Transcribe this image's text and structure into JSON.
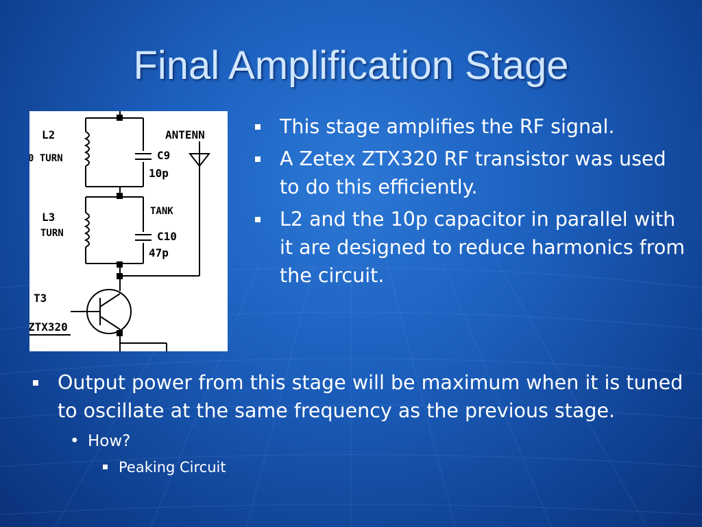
{
  "slide": {
    "title": "Final Amplification Stage",
    "colors": {
      "background": "#1c5fbd",
      "title": "#cfe6ff",
      "text": "#ffffff"
    },
    "schematic": {
      "labels": {
        "l2": "L2",
        "l2_turn": "0 TURN",
        "c9": "C9",
        "c9_value": "10p",
        "antenna": "ANTENN",
        "l3": "L3",
        "l3_turn": "TURN",
        "tank": "TANK",
        "c10": "C10",
        "c10_value": "47p",
        "t3": "T3",
        "transistor": "ZTX320"
      }
    },
    "right_bullets": [
      {
        "text": "This stage amplifies the RF signal."
      },
      {
        "text": "A Zetex ZTX320 RF transistor was used to do this efficiently."
      },
      {
        "text": "L2 and the 10p capacitor in parallel with it are designed to reduce harmonics from the circuit."
      }
    ],
    "bottom_bullet": {
      "text": "Output power from this stage will be maximum when it is tuned to oscillate at the same frequency as the previous stage.",
      "sub": {
        "text": "How?",
        "sub": {
          "text": "Peaking Circuit"
        }
      }
    }
  }
}
